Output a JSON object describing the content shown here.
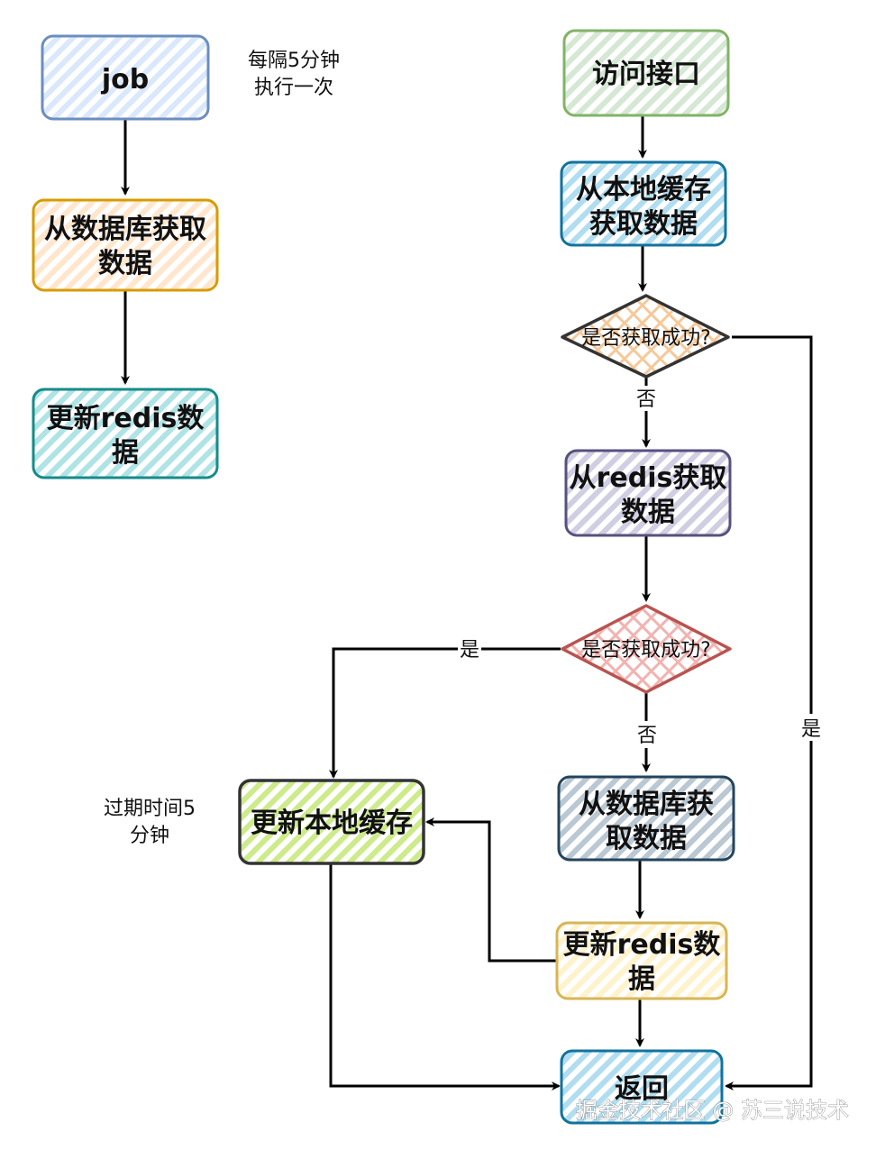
{
  "colors": {
    "blue": "#6C8EBF",
    "orange": "#D79B00",
    "teal": "#168B8B",
    "green": "#82B366",
    "lightblue": "#10739E",
    "purple": "#56517E",
    "red": "#B85450",
    "slate": "#23445D",
    "yellow": "#D6B656",
    "lime": "#7CB342",
    "dark": "#333333"
  },
  "nodes": {
    "job": {
      "line1": "job",
      "line2": ""
    },
    "db_fetch_left": {
      "line1": "从数据库获取",
      "line2": "数据"
    },
    "update_redis_left": {
      "line1": "更新redis数",
      "line2": "据"
    },
    "access_api": {
      "line1": "访问接口",
      "line2": ""
    },
    "local_cache_fetch": {
      "line1": "从本地缓存",
      "line2": "获取数据"
    },
    "decision_local": {
      "label": "是否获取成功?"
    },
    "redis_fetch": {
      "line1": "从redis获取",
      "line2": "数据"
    },
    "decision_redis": {
      "label": "是否获取成功?"
    },
    "db_fetch_right": {
      "line1": "从数据库获",
      "line2": "取数据"
    },
    "update_redis_right": {
      "line1": "更新redis数",
      "line2": "据"
    },
    "update_local_cache": {
      "line1": "更新本地缓存",
      "line2": ""
    },
    "return": {
      "line1": "返回",
      "line2": ""
    }
  },
  "notes": {
    "job_schedule": {
      "line1": "每隔5分钟",
      "line2": "执行一次"
    },
    "expire": {
      "line1": "过期时间5",
      "line2": "分钟"
    }
  },
  "edge_labels": {
    "local_no": "否",
    "local_yes": "是",
    "redis_yes": "是",
    "redis_no": "否"
  },
  "watermark": "掘金技术社区 @ 苏三说技术"
}
